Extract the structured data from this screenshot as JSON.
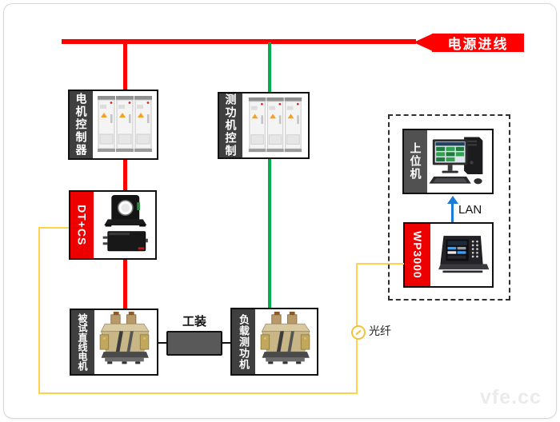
{
  "power_inlet": {
    "label": "电源进线"
  },
  "nodes": {
    "motor_controller": {
      "label": "电机控制器"
    },
    "dyno_controller": {
      "label": "测功机控制"
    },
    "dt_cs": {
      "label": "DT+CS"
    },
    "motor_under_test": {
      "label": "被试直线电机"
    },
    "load_dyno": {
      "label": "负载测功机"
    },
    "host_pc": {
      "label": "上位机"
    },
    "wp3000": {
      "label": "WP3000"
    }
  },
  "tooling": {
    "label": "工装"
  },
  "connections": {
    "lan": {
      "label": "LAN"
    },
    "fiber": {
      "label": "光纤"
    }
  },
  "watermark": "vfe.cc",
  "colors": {
    "power_line": "#FF0000",
    "dyno_feed_line": "#00B050",
    "fiber_line": "#FFD24D",
    "lan_arrow": "#1B7CD8",
    "label_strip_dark": "#3F3F3F",
    "label_strip_red": "#EE0000",
    "tooling_fill": "#595959"
  }
}
